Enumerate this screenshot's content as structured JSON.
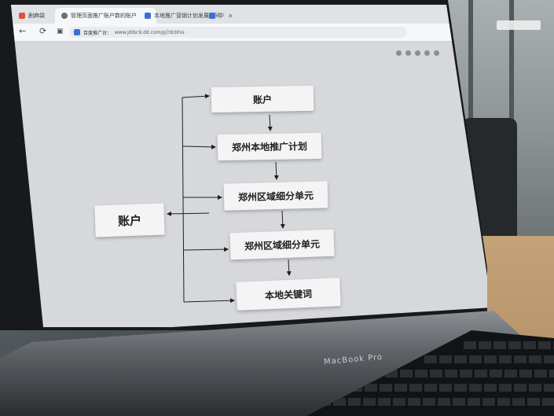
{
  "browser": {
    "tabs": [
      {
        "label": "剧麻袋",
        "active": false,
        "color": "#e0533b"
      },
      {
        "label": "管理页面推广账户数的账户",
        "active": true,
        "color": "#6a6e72"
      },
      {
        "label": "本地推广营销计划发展期间",
        "active": false,
        "color": "#3a6fd8"
      },
      {
        "label": "中",
        "active": false,
        "color": "#3a6fd8"
      }
    ],
    "url_label": "百度推广台：",
    "url_text": "www.jdibc9.dd.com/pj?dcbhis",
    "back_icon": "arrow-left-icon",
    "reload_icon": "reload-icon"
  },
  "diagram": {
    "root": {
      "label": "账户"
    },
    "steps": [
      {
        "label": "账户"
      },
      {
        "label": "郑州本地推广计划"
      },
      {
        "label": "郑州区域细分单元"
      },
      {
        "label": "郑州区域细分单元"
      },
      {
        "label": "本地关键词"
      }
    ]
  },
  "laptop": {
    "brand": "MacBook Pro"
  },
  "colors": {
    "screen_bg": "#d6d8dc",
    "node_bg": "#f4f4f4",
    "line": "#1e1f21"
  }
}
